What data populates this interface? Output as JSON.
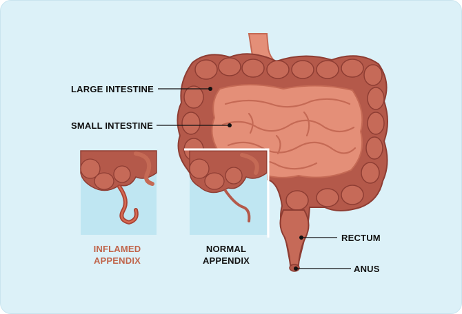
{
  "labels": {
    "large_intestine": "LARGE INTESTINE",
    "small_intestine": "SMALL INTESTINE",
    "rectum": "RECTUM",
    "anus": "ANUS",
    "inflamed_line1": "INFLAMED",
    "inflamed_line2": "APPENDIX",
    "normal_line1": "NORMAL",
    "normal_line2": "APPENDIX"
  },
  "colors": {
    "background": "#dcf1f8",
    "inset_panel": "#bfe6f2",
    "colon": "#b4594a",
    "colon_dark": "#8e3d33",
    "small_intestine": "#e48f78",
    "small_intestine_fold": "#c56a55",
    "esophagus": "#e58f78",
    "inflamed_text": "#c0644a",
    "label_text": "#111111"
  }
}
